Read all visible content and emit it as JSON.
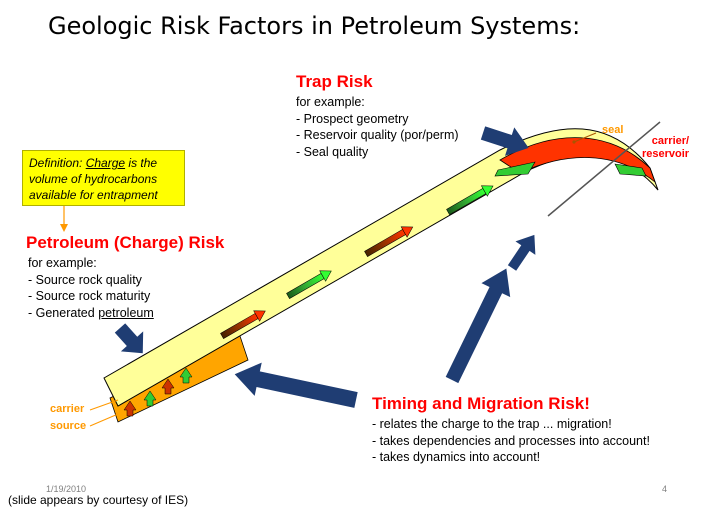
{
  "title": "Geologic Risk Factors in Petroleum Systems:",
  "definition": {
    "prefix": "Definition: ",
    "term": "Charge",
    "rest": " is the volume of hydrocarbons available for entrapment"
  },
  "trap_risk": {
    "heading": "Trap Risk",
    "intro": "for example:",
    "items": [
      "- Prospect geometry",
      "- Reservoir quality (por/perm)",
      "- Seal quality"
    ]
  },
  "charge_risk": {
    "heading": "Petroleum (Charge) Risk",
    "intro": "for example:",
    "items": [
      "- Source rock quality",
      "- Source rock maturity"
    ],
    "last_item_prefix": "- Generated ",
    "last_item_underlined": "petroleum"
  },
  "timing_risk": {
    "heading": "Timing and Migration Risk!",
    "items": [
      "- relates the charge to the trap ... migration!",
      "- takes dependencies and processes into account!",
      "- takes dynamics into account!"
    ]
  },
  "labels": {
    "seal": "seal",
    "carrier_reservoir_1": "carrier/",
    "carrier_reservoir_2": "reservoir",
    "carrier": "carrier",
    "source": "source"
  },
  "footer": {
    "date": "1/19/2010",
    "page": "4",
    "courtesy": "(slide appears by courtesy of IES)"
  },
  "colors": {
    "risk_heading": "#ff0000",
    "carrier_layer": "#ffff99",
    "source_layer": "#ffa500",
    "seal_layer": "#ff3300",
    "arrow_blue": "#1f3d73",
    "definition_box": "#ffff00",
    "migration_arrow_green": "#33cc33",
    "migration_arrow_red": "#cc3300"
  }
}
